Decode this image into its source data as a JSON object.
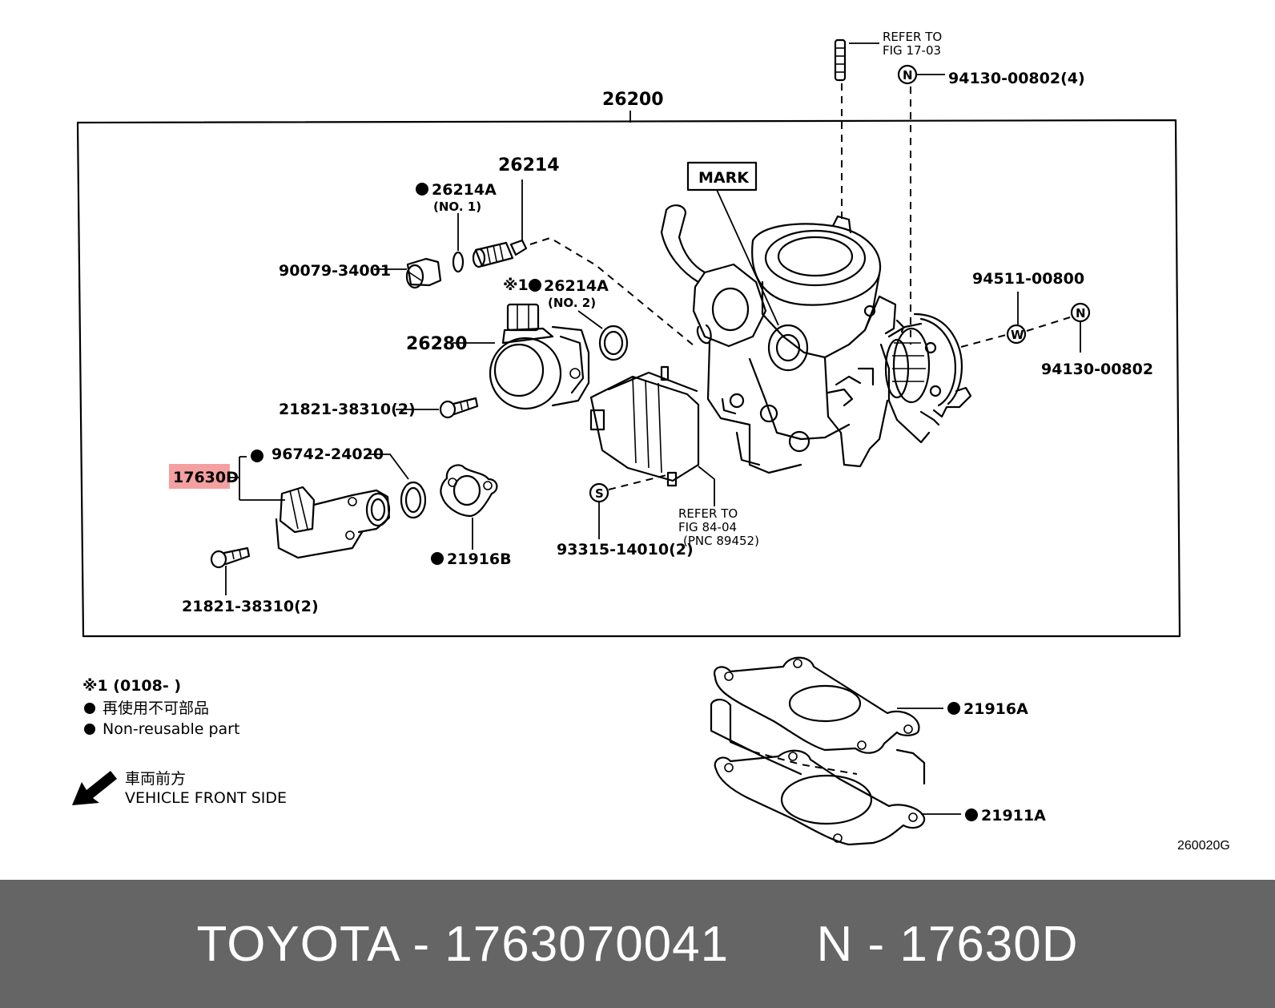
{
  "diagram": {
    "assembly_label": "26200",
    "mark_label": "MARK",
    "callouts": {
      "refer_17_03": [
        "REFER TO",
        "FIG 17-03"
      ],
      "c_94130_00802_4": "94130-00802(4)",
      "c_26214": "26214",
      "c_26214A_1": "26214A",
      "no1": "(NO. 1)",
      "c_90079_34001": "90079-34001",
      "note_mark": "※1",
      "c_26214A_2": "26214A",
      "no2": "(NO. 2)",
      "c_26280": "26280",
      "c_21821_38310_a": "21821-38310(2)",
      "c_96742_24020": "96742-24020",
      "c_17630D": "17630D",
      "c_21916B": "21916B",
      "c_21821_38310_b": "21821-38310(2)",
      "c_93315_14010_2": "93315-14010(2)",
      "refer_84_04": [
        "REFER TO",
        "FIG 84-04",
        "(PNC 89452)"
      ],
      "c_94511_00800": "94511-00800",
      "c_94130_00802": "94130-00802",
      "c_21916A": "21916A",
      "c_21911A": "21911A",
      "fig_code": "260020G"
    },
    "symbols": {
      "n": "N",
      "w": "W",
      "s": "S"
    },
    "highlight_color": "#f4a0a0"
  },
  "legend": {
    "note": "※1 (0108-      )",
    "jp_nonreusable": "再使用不可部品",
    "en_nonreusable": "Non-reusable part",
    "jp_front": "車両前方",
    "en_front": "VEHICLE FRONT SIDE"
  },
  "footer": {
    "text": "TOYOTA - 1763070041      N - 17630D"
  }
}
